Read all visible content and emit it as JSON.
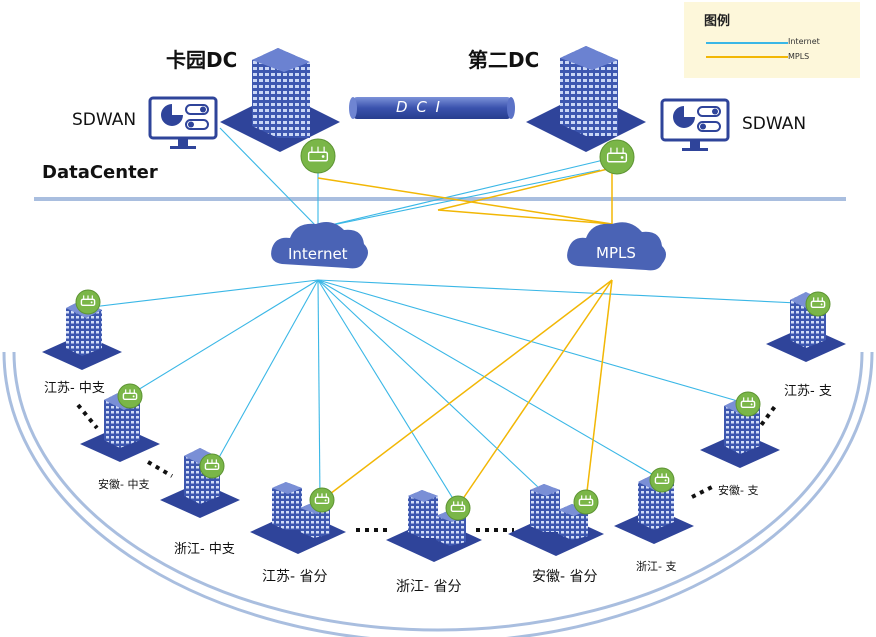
{
  "legend": {
    "title": "图例",
    "items": [
      {
        "label": "Internet",
        "color": "#3ab7e6"
      },
      {
        "label": "MPLS",
        "color": "#f2b705"
      }
    ]
  },
  "datacenters": {
    "primary": "卡园DC",
    "secondary": "第二DC",
    "interconnect": "D C I",
    "sdwan_left": "SDWAN",
    "sdwan_right": "SDWAN",
    "zone": "DataCenter"
  },
  "clouds": {
    "internet": "Internet",
    "mpls": "MPLS"
  },
  "sites": {
    "jiangsu_zhongzhi": "江苏- 中支",
    "anhui_zhongzhi": "安徽- 中支",
    "zhejiang_zhongzhi": "浙江- 中支",
    "jiangsu_shengfen": "江苏- 省分",
    "zhejiang_shengfen": "浙江- 省分",
    "anhui_shengfen": "安徽- 省分",
    "zhejiang_zhi": "浙江- 支",
    "anhui_zhi": "安徽- 支",
    "jiangsu_zhi": "江苏- 支"
  },
  "colors": {
    "internet_line": "#3ab7e6",
    "mpls_line": "#f2b705",
    "cloud": "#4a63b5",
    "building": "#3c52a8",
    "router": "#7ab648",
    "divider": "#a9bedf"
  }
}
